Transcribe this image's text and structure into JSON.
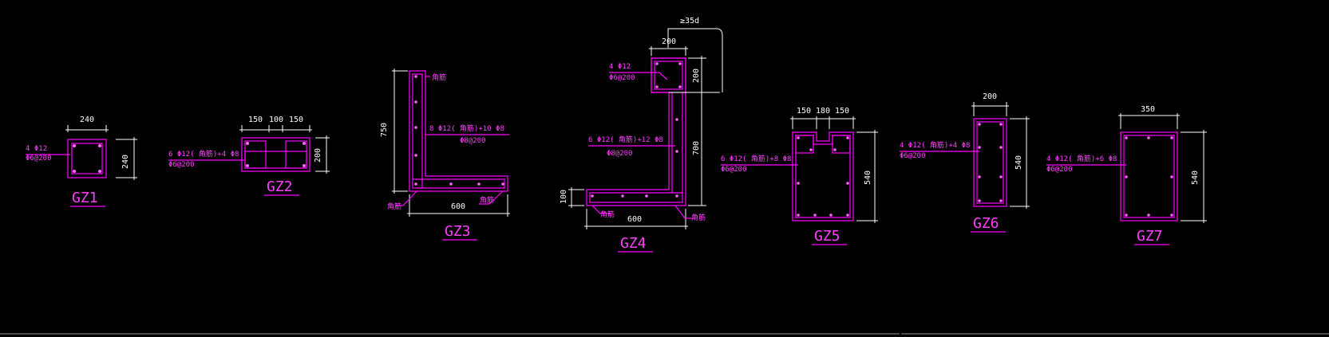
{
  "colors": {
    "background": "#000000",
    "section": "#ff00ff",
    "dimension": "#ffffff",
    "bottom_line": "#c8c8c8"
  },
  "columns": [
    {
      "name": "GZ1",
      "dims": [
        "240",
        "240"
      ],
      "rebar": "4 Φ12",
      "stirrup": "Φ6@200"
    },
    {
      "name": "GZ2",
      "dims": [
        "150",
        "100",
        "150",
        "200"
      ],
      "rebar": "6 Φ12( 角筋)+4 Φ8",
      "stirrup": "Φ6@200"
    },
    {
      "name": "GZ3",
      "dims": [
        "750",
        "600"
      ],
      "rebar": "8 Φ12( 角筋)+10 Φ8",
      "stirrup": "Φ8@200",
      "labels": [
        "角筋",
        "角筋",
        "角筋"
      ]
    },
    {
      "name": "GZ4",
      "dims": [
        "≥35d",
        "200",
        "200",
        "700",
        "100",
        "600"
      ],
      "rebar_top": "4 Φ12",
      "stirrup_top": "Φ6@200",
      "rebar": "6 Φ12( 角筋)+12 Φ8",
      "stirrup": "Φ8@200",
      "labels": [
        "角筋",
        "角筋"
      ]
    },
    {
      "name": "GZ5",
      "dims": [
        "150",
        "180",
        "150",
        "540"
      ],
      "rebar": "6 Φ12( 角筋)+8 Φ8",
      "stirrup": "Φ6@200"
    },
    {
      "name": "GZ6",
      "dims": [
        "200",
        "540"
      ],
      "rebar": "4 Φ12( 角筋)+4 Φ8",
      "stirrup": "Φ6@200"
    },
    {
      "name": "GZ7",
      "dims": [
        "350",
        "540"
      ],
      "rebar": "4 Φ12( 角筋)+6 Φ8",
      "stirrup": "Φ6@200"
    }
  ]
}
